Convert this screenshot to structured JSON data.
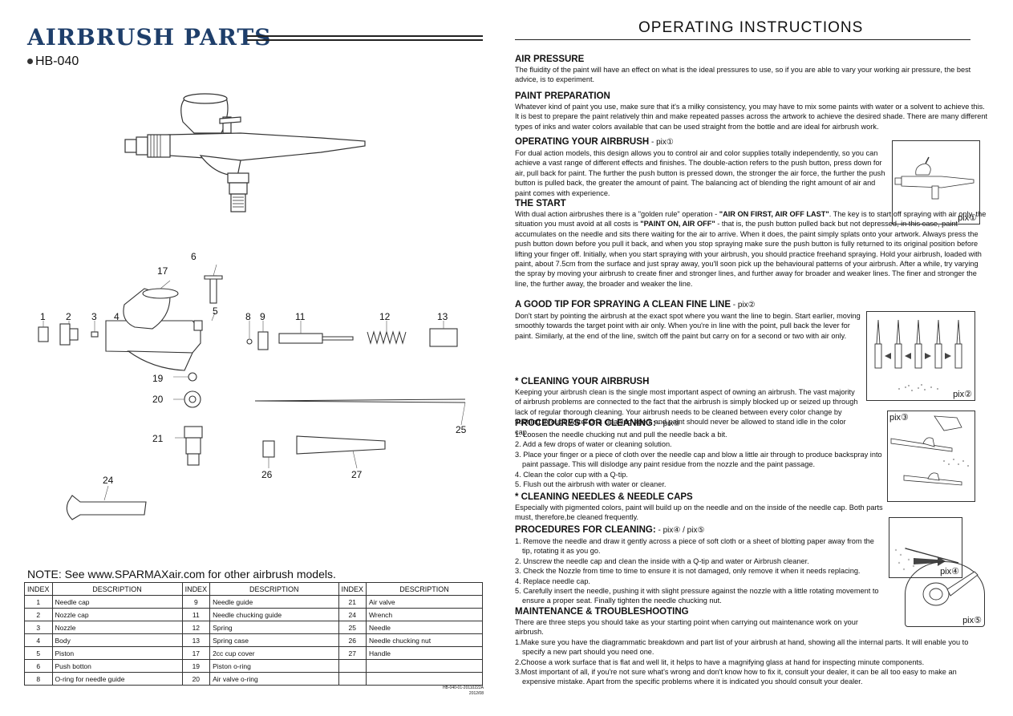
{
  "left": {
    "title": "AIRBRUSH PARTS",
    "model": "HB-040",
    "part_numbers": [
      "1",
      "2",
      "3",
      "4",
      "5",
      "6",
      "8",
      "9",
      "11",
      "12",
      "13",
      "17",
      "19",
      "20",
      "21",
      "24",
      "25",
      "26",
      "27"
    ],
    "note": "NOTE: See www.SPARMAXair.com for other airbrush models.",
    "table_headers": [
      "INDEX",
      "DESCRIPTION",
      "INDEX",
      "DESCRIPTION",
      "INDEX",
      "DESCRIPTION"
    ],
    "rows": [
      [
        "1",
        "Needle cap",
        "9",
        "Needle guide",
        "21",
        "Air valve"
      ],
      [
        "2",
        "Nozzle cap",
        "11",
        "Needle chucking guide",
        "24",
        "Wrench"
      ],
      [
        "3",
        "Nozzle",
        "12",
        "Spring",
        "25",
        "Needle"
      ],
      [
        "4",
        "Body",
        "13",
        "Spring case",
        "26",
        "Needle chucking nut"
      ],
      [
        "5",
        "Piston",
        "17",
        "2cc cup cover",
        "27",
        "Handle"
      ],
      [
        "6",
        "Push botton",
        "19",
        "Piston o-ring",
        "",
        ""
      ],
      [
        "8",
        "O-ring for needle guide",
        "20",
        "Air valve o-ring",
        "",
        ""
      ]
    ],
    "footer_code": "HB-040-01-20110222A",
    "footer_date": "2012/08"
  },
  "right": {
    "title": "OPERATING INSTRUCTIONS",
    "sections": {
      "air_pressure": {
        "heading": "AIR PRESSURE",
        "text": "The fluidity of the paint will have an effect on what is the ideal pressures to use, so if you are able to vary your working air pressure, the best advice, is to experiment."
      },
      "paint_prep": {
        "heading": "PAINT PREPARATION",
        "text": "Whatever kind of paint you use, make sure that it's a milky consistency, you may have to mix some paints with water or a solvent to achieve this. It is best to prepare the paint relatively thin and make repeated passes across the artwork to achieve the desired shade. There are many different types of inks and water colors available that can be used straight from the bottle and are ideal for airbrush work."
      },
      "operating": {
        "heading": "OPERATING YOUR AIRBRUSH",
        "suffix": " - pix①",
        "text": "For dual action models, this design allows you to control air and color supplies totally independently, so you can achieve a vast range of different effects and finishes. The double-action refers to the push button, press down for air, pull back for paint. The further the push button is pressed down, the stronger the air force, the further the push button is pulled back, the greater the amount of paint. The balancing act of blending the right amount of air and paint comes with experience."
      },
      "start": {
        "heading": "THE START",
        "text_a": "With dual action airbrushes there is a \"golden rule\" operation - ",
        "rule1": "\"AIR ON FIRST, AIR OFF LAST\"",
        "text_b": ". The key is to start off spraying with air only, the situation you must avoid at all costs is ",
        "rule2": "\"PAINT ON, AIR OFF\"",
        "text_c": " - that is, the push button pulled back but not depressed, in this case, paint accumulates on the needle and sits there waiting for the air to arrive. When it does, the paint simply splats onto your artwork. Always press the push button down before you pull it back, and when you stop spraying make sure the push button is fully returned to its original position before lifting your finger off. Initially, when you start spraying with your airbrush, you should practice freehand spraying. Hold your airbrush, loaded with paint, about 7.5cm from the surface and just spray away, you'll soon pick up the behavioural patterns of your airbrush. After a while, try varying the spray by moving your airbrush to create finer and stronger lines, and further away for broader and weaker lines. The finer and stronger the line, the further away, the broader and weaker the line."
      },
      "good_tip": {
        "heading": "A GOOD TIP FOR SPRAYING A CLEAN FINE LINE",
        "suffix": "  - pix②",
        "text": "Don't start by pointing the airbrush at the exact spot where you want the line to begin.  Start earlier, moving smoothly towards the target point with air only. When you're in line with the point, pull back the lever for paint. Similarly, at the end of the line, switch off the paint but carry on for a second or two with air only."
      },
      "cleaning": {
        "heading": "* CLEANING YOUR AIRBRUSH",
        "text": "Keeping your airbrush clean is the single most important aspect of owning an airbrush. The vast majority of airbrush problems are connected to the fact that the airbrush is simply blocked up or seized up through lack of regular thorough cleaning. Your airbrush needs to be cleaned between every color change by flushing through water or a cleaning agent and paint should never be allowed to stand idle in the color cap."
      },
      "proc1": {
        "heading": "PROCEDURES FOR CLEANING:",
        "suffix": " - pix③",
        "items": [
          "1. Loosen the needle chucking nut and pull the needle back a bit.",
          "2. Add a few drops of water or cleaning solution.",
          "3. Place your finger or a piece of cloth over the needle cap and blow a little air through to produce backspray into paint passage.  This will dislodge any paint residue from the nozzle and the paint passage.",
          "4. Clean the color cup with a Q-tip.",
          "5. Flush out the airbrush with water or cleaner."
        ]
      },
      "needles": {
        "heading": "* CLEANING NEEDLES & NEEDLE CAPS",
        "text": "Especially with pigmented colors, paint will build up on the needle and on the inside of the needle cap.  Both parts must, therefore,be cleaned frequently."
      },
      "proc2": {
        "heading": "PROCEDURES FOR CLEANING:",
        "suffix": " - pix④ / pix⑤",
        "items": [
          "1. Remove the needle and draw it gently across a piece of soft cloth or a sheet of blotting paper away from the tip, rotating it as you go.",
          "2. Unscrew the needle cap and clean the inside with a Q-tip and water or Airbrush cleaner.",
          "3. Check the Nozzle from time to time to ensure it is not damaged, only remove it when it needs replacing.",
          "4. Replace needle cap.",
          "5. Carefully insert the needle, pushing it with slight pressure against the nozzle with a little rotating movement to ensure a proper seat.  Finally tighten the needle chucking nut."
        ]
      },
      "maint": {
        "heading": "MAINTENANCE & TROUBLESHOOTING",
        "text": "There are three steps you should take as your starting point when carrying out maintenance work on your airbrush.",
        "items": [
          "1.Make sure you have the diagrammatic breakdown and part list of your airbrush at hand, showing all the internal parts. It will enable you to specify a new part should you need one.",
          "2.Choose a work surface that is flat and well lit, it helps to have a magnifying glass at hand for inspecting minute components.",
          "3.Most important of all, if you're not sure what's wrong and don't know how to fix it, consult your dealer, it can be all too easy to make an expensive mistake. Apart from the specific problems where it is indicated you should consult your dealer."
        ]
      }
    },
    "figure_labels": [
      "pix①",
      "pix②",
      "pix③",
      "pix④",
      "pix⑤"
    ]
  }
}
